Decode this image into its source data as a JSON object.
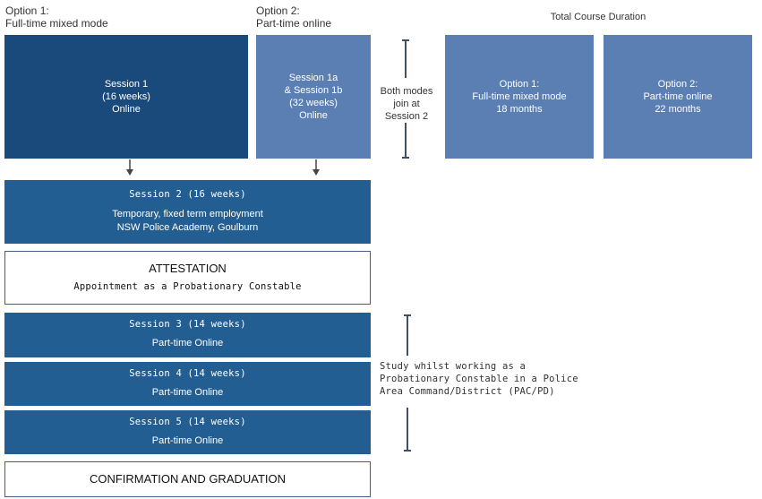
{
  "headers": {
    "option1": [
      "Option 1:",
      "Full-time mixed mode"
    ],
    "option2": [
      "Option 2:",
      "Part-time online"
    ],
    "duration": "Total Course Duration"
  },
  "top_boxes": {
    "session1": [
      "Session 1",
      "(16 weeks)",
      "Online"
    ],
    "session1ab": [
      "Session 1a",
      "& Session 1b",
      "(32 weeks)",
      "Online"
    ],
    "duration_opt1": [
      "Option 1:",
      "Full-time mixed mode",
      "18 months"
    ],
    "duration_opt2": [
      "Option 2:",
      "Part-time online",
      "22 months"
    ]
  },
  "join_note": [
    "Both modes",
    "join at",
    "Session 2"
  ],
  "session2": {
    "title": "Session 2 (16 weeks)",
    "line1": "Temporary, fixed term employment",
    "line2": "NSW Police Academy, Goulburn"
  },
  "attestation": {
    "title": "ATTESTATION",
    "subtitle": "Appointment as a Probationary Constable"
  },
  "sessions": [
    {
      "title": "Session 3 (14 weeks)",
      "mode": "Part-time Online"
    },
    {
      "title": "Session 4 (14 weeks)",
      "mode": "Part-time Online"
    },
    {
      "title": "Session 5 (14 weeks)",
      "mode": "Part-time Online"
    }
  ],
  "work_note": [
    "Study whilst working as a",
    "Probationary Constable in a Police",
    "Area Command/District (PAC/PD)"
  ],
  "graduation": "CONFIRMATION AND GRADUATION",
  "colors": {
    "dark": "#1a4a7c",
    "mid": "#235e92",
    "light": "#5b7fb3",
    "outline": "#3f5f8a"
  }
}
